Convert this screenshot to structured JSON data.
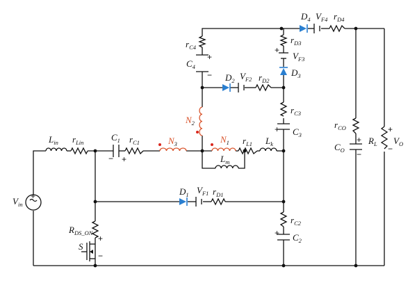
{
  "colors": {
    "wire": "#111111",
    "coupled_inductor": "#d9542c",
    "diode": "#2a7fd0",
    "dot": "#d9271e"
  },
  "labels": {
    "L_in": {
      "main": "L",
      "sub": "in"
    },
    "r_Lin": {
      "main": "r",
      "sub": "Lin"
    },
    "C1": {
      "main": "C",
      "sub": "1"
    },
    "r_C1": {
      "main": "r",
      "sub": "C1"
    },
    "N3": {
      "main": "N",
      "sub": "3"
    },
    "N1": {
      "main": "N",
      "sub": "1"
    },
    "r_L1": {
      "main": "r",
      "sub": "L1"
    },
    "Lk": {
      "main": "L",
      "sub": "k"
    },
    "Lm": {
      "main": "L",
      "sub": "m"
    },
    "N2": {
      "main": "N",
      "sub": "2"
    },
    "C4": {
      "main": "C",
      "sub": "4"
    },
    "r_C4": {
      "main": "r",
      "sub": "C4"
    },
    "D2": {
      "main": "D",
      "sub": "2"
    },
    "VF2": {
      "main": "V",
      "sub": "F2"
    },
    "r_D2": {
      "main": "r",
      "sub": "D2"
    },
    "D4": {
      "main": "D",
      "sub": "4"
    },
    "VF4": {
      "main": "V",
      "sub": "F4"
    },
    "r_D4": {
      "main": "r",
      "sub": "D4"
    },
    "r_D3": {
      "main": "r",
      "sub": "D3"
    },
    "VF3": {
      "main": "V",
      "sub": "F3"
    },
    "D3": {
      "main": "D",
      "sub": "3"
    },
    "r_C3": {
      "main": "r",
      "sub": "C3"
    },
    "C3": {
      "main": "C",
      "sub": "3"
    },
    "r_CO": {
      "main": "r",
      "sub": "CO"
    },
    "C_O": {
      "main": "C",
      "sub": "O"
    },
    "R_L": {
      "main": "R",
      "sub": "L"
    },
    "V_O": {
      "main": "V",
      "sub": "O"
    },
    "V_in": {
      "main": "V",
      "sub": "in"
    },
    "D1": {
      "main": "D",
      "sub": "1"
    },
    "VF1": {
      "main": "V",
      "sub": "F1"
    },
    "r_D1": {
      "main": "r",
      "sub": "D1"
    },
    "R_DS_ON": {
      "main": "R",
      "sub": "DS_ON"
    },
    "S": {
      "main": "S",
      "sub": ""
    },
    "r_C2": {
      "main": "r",
      "sub": "C2"
    },
    "C2": {
      "main": "C",
      "sub": "2"
    }
  },
  "polarity": {
    "plus": "+",
    "minus": "−"
  }
}
